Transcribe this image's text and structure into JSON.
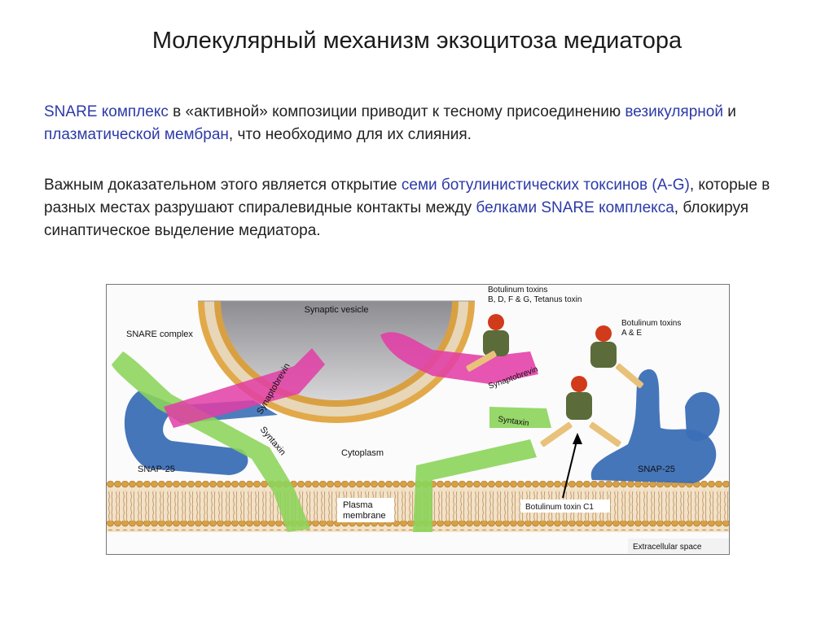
{
  "slide": {
    "title": "Молекулярный механизм экзоцитоза медиатора"
  },
  "paragraph1": {
    "t1": "SNARE комплекс",
    "t2": " в «активной» композиции приводит к тесному присоединению ",
    "t3": "везикулярной",
    "t4": " и ",
    "t5": "плазматической мембран",
    "t6": ", что необходимо для их слияния."
  },
  "paragraph2": {
    "t1": "Важным доказательном этого является открытие ",
    "t2": "семи ботулинистических токсинов (A-G)",
    "t3": ", которые в разных местах разрушают спиралевидные контакты между ",
    "t4": "белками SNARE комплекса",
    "t5": ", блокируя синаптическое выделение медиатора."
  },
  "diagram": {
    "synaptic_vesicle": "Synaptic vesicle",
    "snare_complex": "SNARE complex",
    "synaptobrevin": "Synaptobrevin",
    "syntaxin": "Syntaxin",
    "snap25": "SNAP-25",
    "cytoplasm": "Cytoplasm",
    "plasma_membrane_line1": "Plasma",
    "plasma_membrane_line2": "membrane",
    "extracellular_space": "Extracellular space",
    "toxins_bdfg_line1": "Botulinum toxins",
    "toxins_bdfg_line2": "B, D, F & G, Tetanus toxin",
    "toxins_ae_line1": "Botulinum toxins",
    "toxins_ae_line2": "A & E",
    "toxin_c1": "Botulinum toxin C1"
  },
  "colors": {
    "highlight_text": "#2c3aa8",
    "synaptobrevin": "#e23da6",
    "syntaxin": "#8cd45a",
    "snap25": "#3b6fb6",
    "membrane": "#c7934f",
    "vesicle": "#a9a9ad"
  }
}
